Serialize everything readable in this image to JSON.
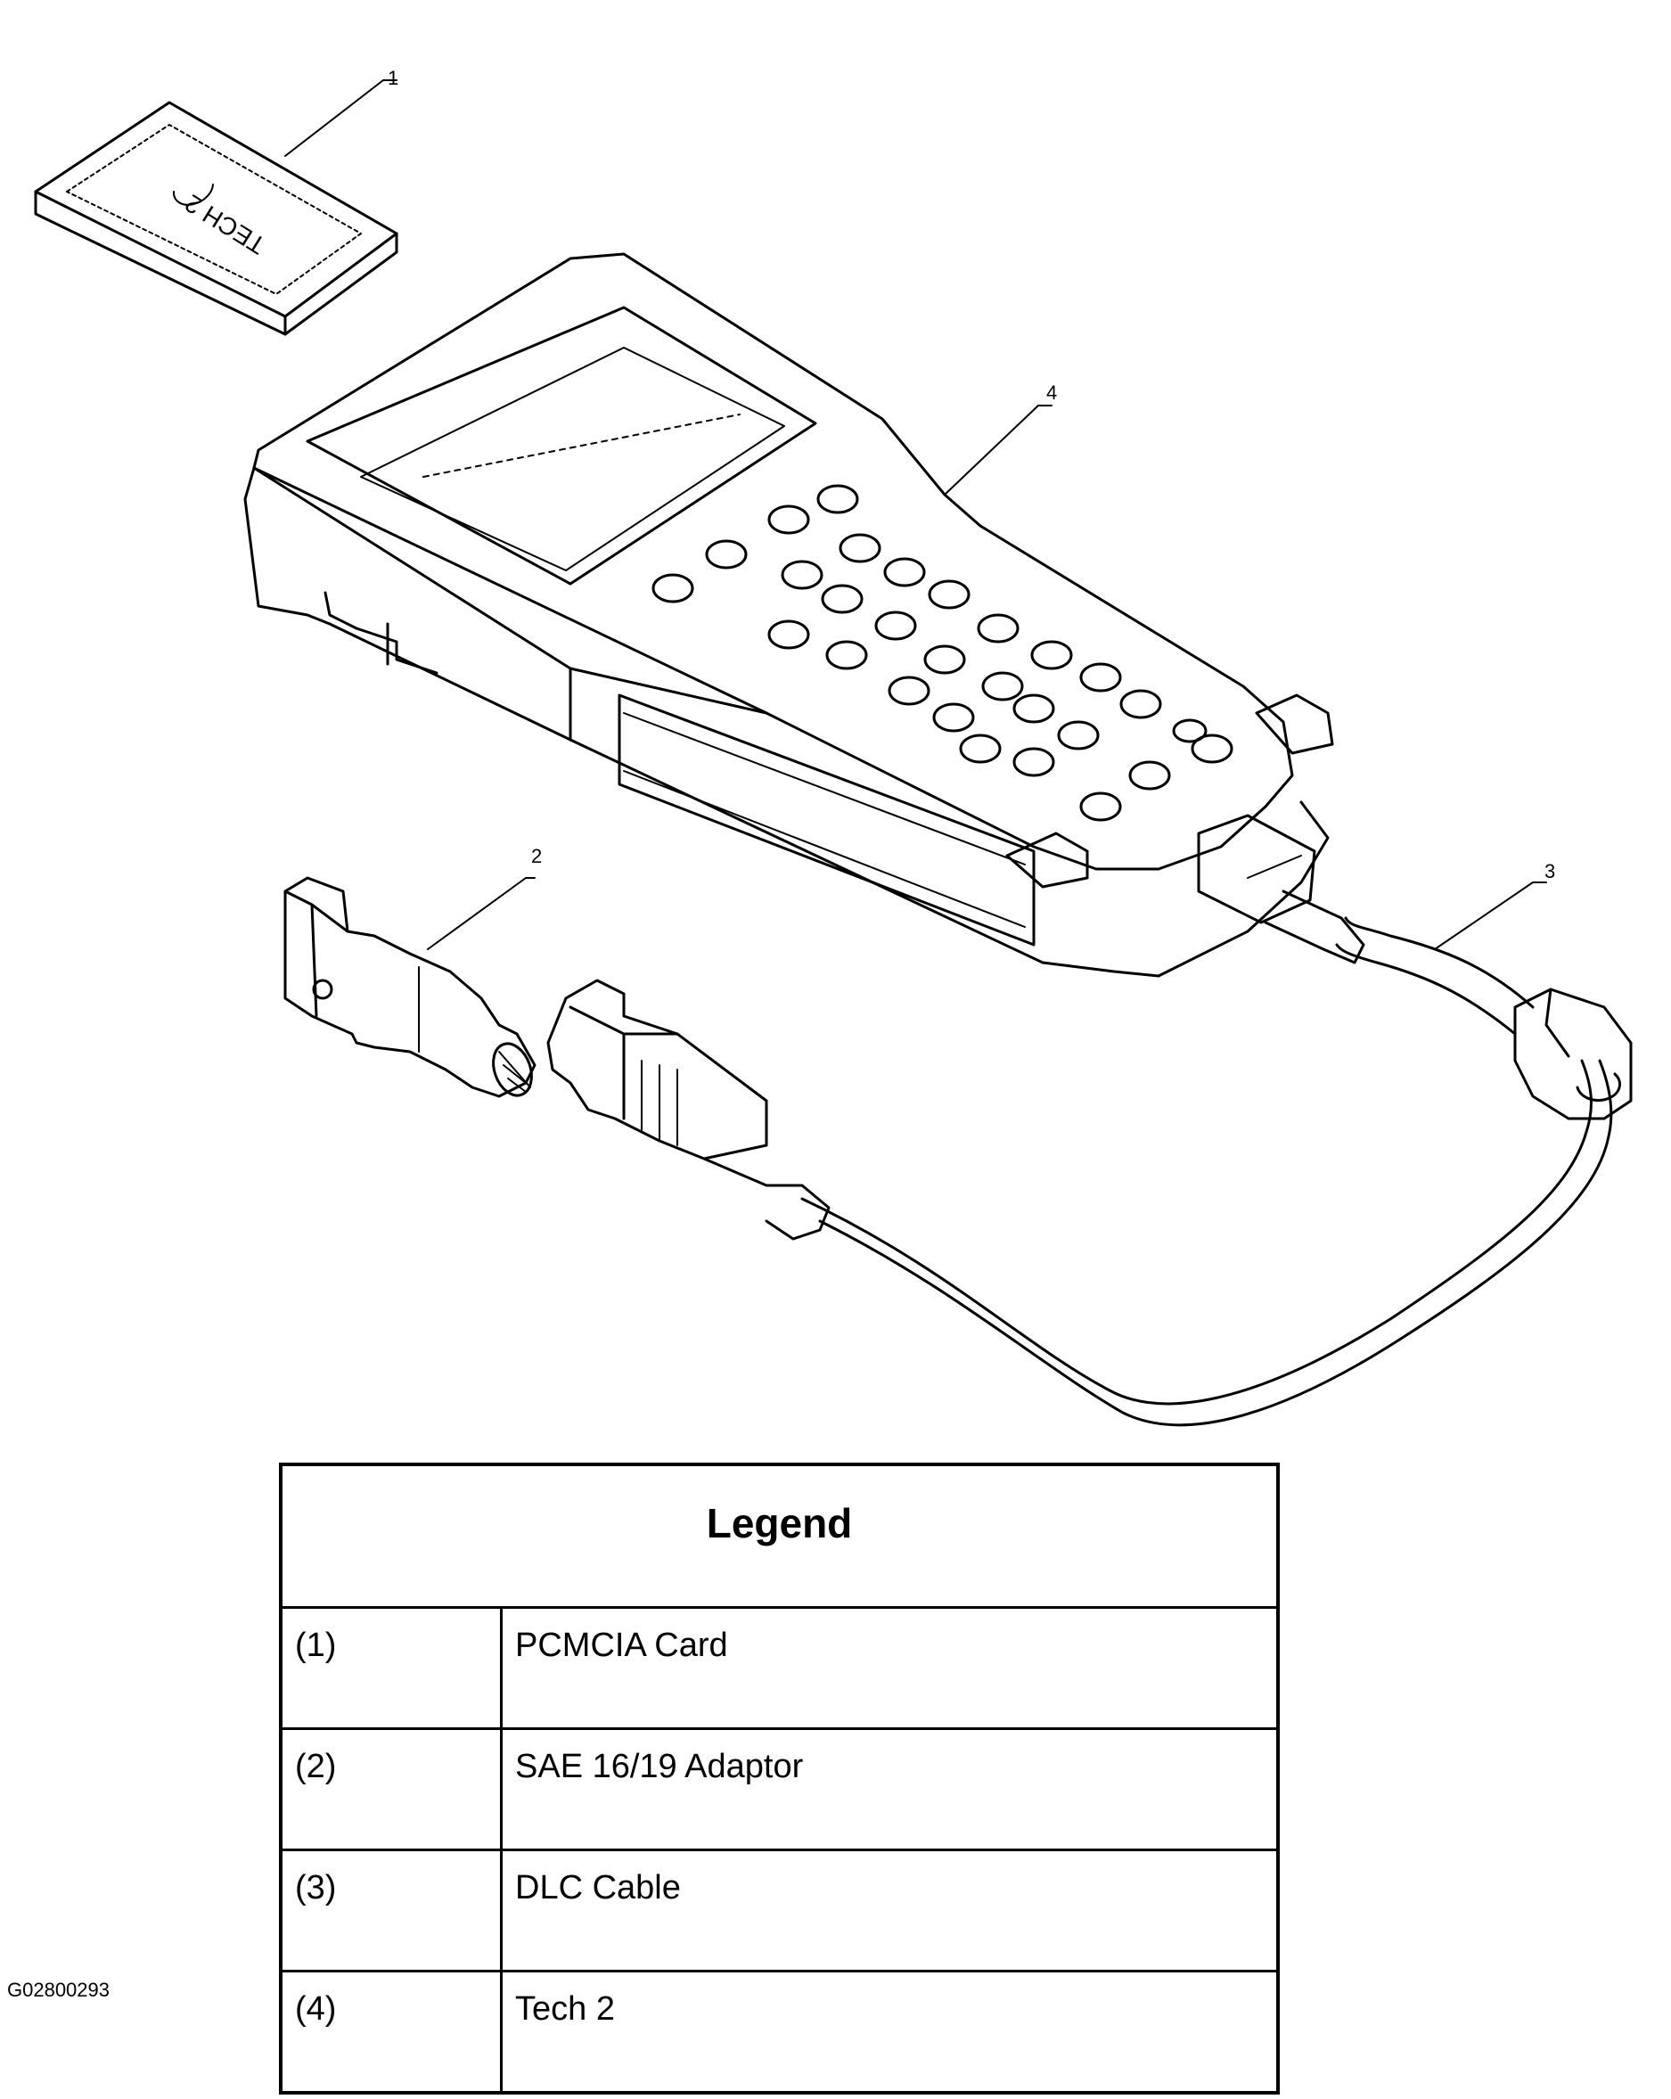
{
  "callouts": [
    "1",
    "2",
    "3",
    "4"
  ],
  "card_label": "TECH 2",
  "legend": {
    "title": "Legend",
    "items": [
      {
        "num": "(1)",
        "label": "PCMCIA Card"
      },
      {
        "num": "(2)",
        "label": "SAE 16/19 Adaptor"
      },
      {
        "num": "(3)",
        "label": "DLC Cable"
      },
      {
        "num": "(4)",
        "label": "Tech 2"
      }
    ]
  },
  "figure_id": "G02800293"
}
